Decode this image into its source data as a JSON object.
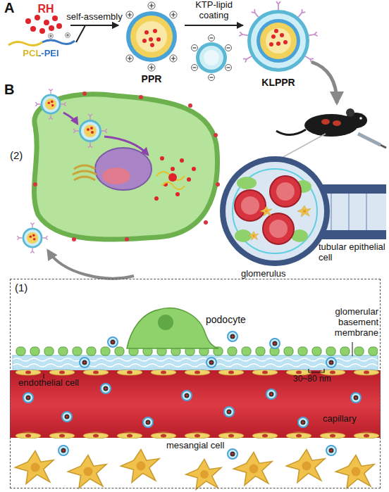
{
  "diagram": {
    "nodes": [
      {
        "text": [
          "RH"
        ]
      },
      {
        "text": [
          "PCL-PEI"
        ]
      },
      {
        "text": [
          "PPR"
        ]
      },
      {
        "text": [
          "KLPPR"
        ]
      },
      {
        "text": [
          "(1)"
        ]
      }
    ],
    "edges": [
      {
        "from": 0,
        "to": 2,
        "arrow": "to",
        "label": "self-assembly"
      },
      {
        "from": 1,
        "to": 2,
        "arrow": "to"
      },
      {
        "from": 2,
        "to": 3,
        "arrow": "to",
        "label": "KTP-lipid coating"
      }
    ],
    "labels": [
      "A",
      "B",
      "(2)",
      "glomerulus",
      "tubular epithelial cell",
      "podocyte",
      "glomerular basement membrane",
      "endothelial cell",
      "30~80 nm",
      "capillary",
      "mesangial cell"
    ]
  }
}
